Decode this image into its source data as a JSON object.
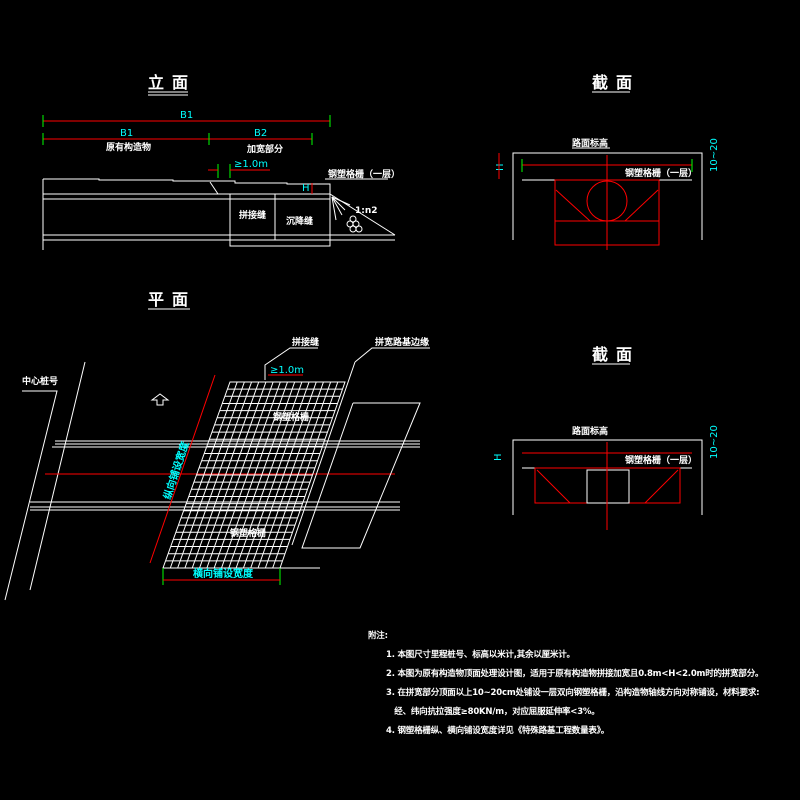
{
  "elevation": {
    "title": "立面",
    "dim_total": "B1",
    "dim_existing": "B1",
    "dim_widen": "B2",
    "label_existing": "原有构造物",
    "label_widen": "加宽部分",
    "min_width": "≥1.0m",
    "geogrid": "钢塑格栅（一层）",
    "h": "H",
    "joint": "拼接缝",
    "settlement": "沉降缝",
    "slope": "1:n2"
  },
  "section1": {
    "title": "截面",
    "road_level": "路面标高",
    "geogrid": "钢塑格栅（一层）",
    "h": "H",
    "depth": "10~20"
  },
  "section2": {
    "title": "截面",
    "road_level": "路面标高",
    "geogrid": "钢塑格栅（一层）",
    "h": "H",
    "depth": "10~20"
  },
  "plan": {
    "title": "平面",
    "center_pile": "中心桩号",
    "joint": "拼接缝",
    "widen_edge": "拼宽路基边缘",
    "min_width": "≥1.0m",
    "geogrid_top": "钢塑格栅",
    "geogrid_bottom": "钢塑格栅",
    "long_width": "纵向铺设宽度",
    "trans_width": "横向铺设宽度"
  },
  "notes": {
    "heading": "附注:",
    "items": [
      "1. 本图尺寸里程桩号、标高以米计,其余以厘米计。",
      "2. 本图为原有构造物顶面处理设计图，适用于原有构造物拼接加宽且0.8m<H<2.0m时的拼宽部分。",
      "3. 在拼宽部分顶面以上10~20cm处铺设一层双向钢塑格栅，沿构造物轴线方向对称铺设，材料要求:",
      "   经、纬向抗拉强度≥80KN/m，对应屈服延伸率<3%。",
      "4. 钢塑格栅纵、横向铺设宽度详见《特殊路基工程数量表》。"
    ]
  }
}
